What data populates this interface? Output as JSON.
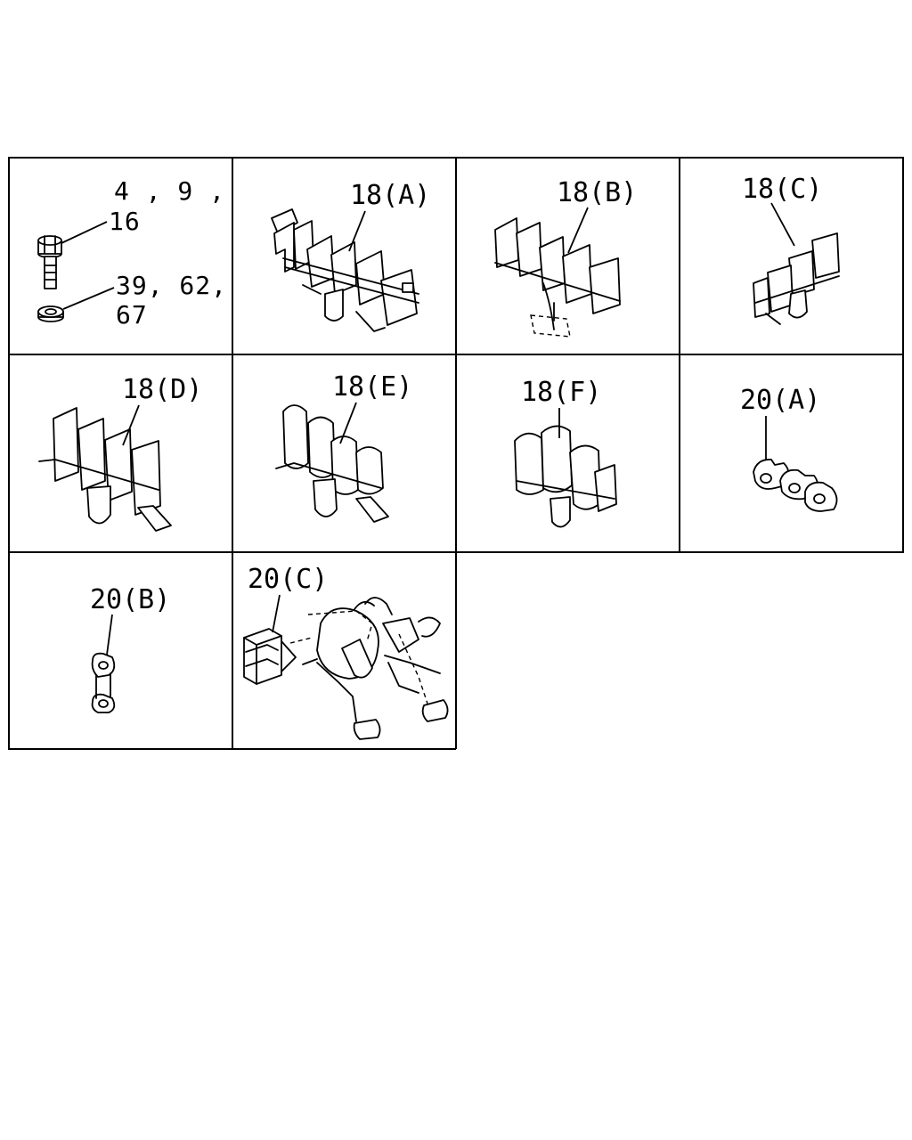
{
  "cells": [
    {
      "id": "bolt-nut",
      "labels": [
        "4 , 9 ,",
        "16",
        "39, 62,",
        "67"
      ]
    },
    {
      "id": "18A",
      "labels": [
        "18(A)"
      ]
    },
    {
      "id": "18B",
      "labels": [
        "18(B)"
      ]
    },
    {
      "id": "18C",
      "labels": [
        "18(C)"
      ]
    },
    {
      "id": "18D",
      "labels": [
        "18(D)"
      ]
    },
    {
      "id": "18E",
      "labels": [
        "18(E)"
      ]
    },
    {
      "id": "18F",
      "labels": [
        "18(F)"
      ]
    },
    {
      "id": "20A",
      "labels": [
        "20(A)"
      ]
    },
    {
      "id": "20B",
      "labels": [
        "20(B)"
      ]
    },
    {
      "id": "20C",
      "labels": [
        "20(C)"
      ]
    }
  ]
}
